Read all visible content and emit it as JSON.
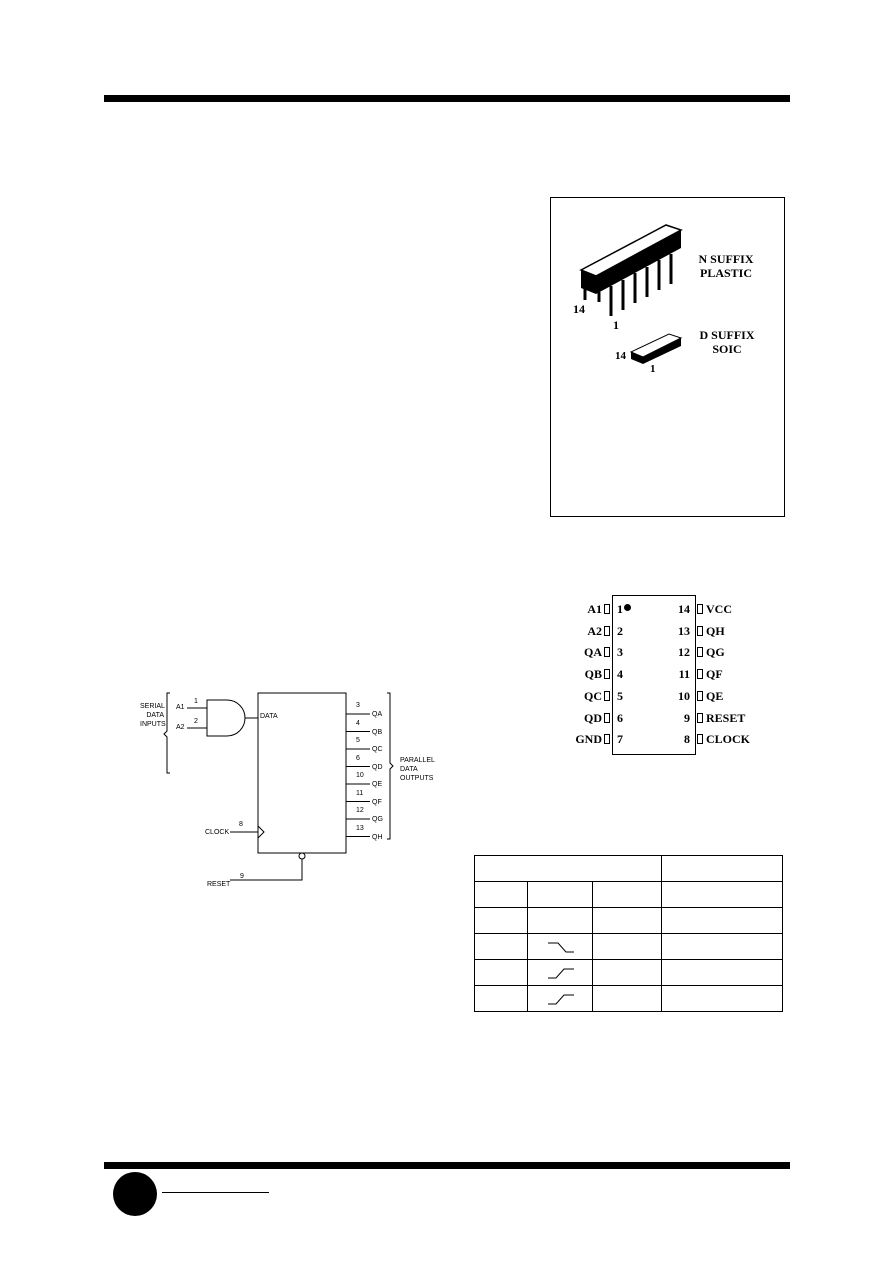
{
  "package": {
    "n_suffix": "N SUFFIX",
    "n_type": "PLASTIC",
    "d_suffix": "D SUFFIX",
    "d_type": "SOIC",
    "dip_pin14": "14",
    "dip_pin1": "1",
    "soic_pin14": "14",
    "soic_pin1": "1"
  },
  "pinout": {
    "left": [
      {
        "name": "A1",
        "num": "1"
      },
      {
        "name": "A2",
        "num": "2"
      },
      {
        "name": "QA",
        "num": "3"
      },
      {
        "name": "QB",
        "num": "4"
      },
      {
        "name": "QC",
        "num": "5"
      },
      {
        "name": "QD",
        "num": "6"
      },
      {
        "name": "GND",
        "num": "7"
      }
    ],
    "right": [
      {
        "num": "14",
        "name": "VCC"
      },
      {
        "num": "13",
        "name": "QH"
      },
      {
        "num": "12",
        "name": "QG"
      },
      {
        "num": "11",
        "name": "QF"
      },
      {
        "num": "10",
        "name": "QE"
      },
      {
        "num": "9",
        "name": "RESET"
      },
      {
        "num": "8",
        "name": "CLOCK"
      }
    ]
  },
  "logic": {
    "serial_l1": "SERIAL",
    "serial_l2": "DATA",
    "serial_l3": "INPUTS",
    "a1": "A1",
    "a2": "A2",
    "a1_pin": "1",
    "a2_pin": "2",
    "data": "DATA",
    "clock": "CLOCK",
    "clock_pin": "8",
    "reset": "RESET",
    "reset_pin": "9",
    "parallel_l1": "PARALLEL",
    "parallel_l2": "DATA",
    "parallel_l3": "OUTPUTS",
    "outputs": [
      {
        "pin": "3",
        "name": "QA"
      },
      {
        "pin": "4",
        "name": "QB"
      },
      {
        "pin": "5",
        "name": "QC"
      },
      {
        "pin": "6",
        "name": "QD"
      },
      {
        "pin": "10",
        "name": "QE"
      },
      {
        "pin": "11",
        "name": "QF"
      },
      {
        "pin": "12",
        "name": "QG"
      },
      {
        "pin": "13",
        "name": "QH"
      }
    ]
  }
}
